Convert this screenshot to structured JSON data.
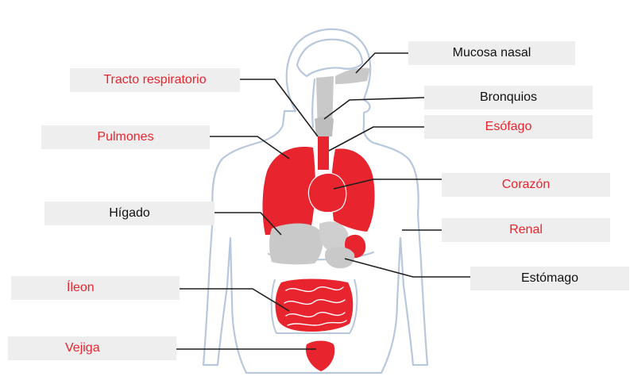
{
  "colors": {
    "highlight_organ": "#e8242e",
    "normal_organ": "#c9c9c9",
    "body_outline": "#b8c8dc",
    "label_background": "#eeeeee",
    "red_text": "#e8242e",
    "black_text": "#111111"
  },
  "labels": {
    "mucosa_nasal": "Mucosa nasal",
    "tracto_respiratorio": "Tracto respiratorio",
    "bronquios": "Bronquios",
    "pulmones": "Pulmones",
    "esofago": "Esófago",
    "corazon": "Corazón",
    "higado": "Hígado",
    "renal": "Renal",
    "estomago": "Estómago",
    "ileon": "Íleon",
    "vejiga": "Vejiga"
  }
}
